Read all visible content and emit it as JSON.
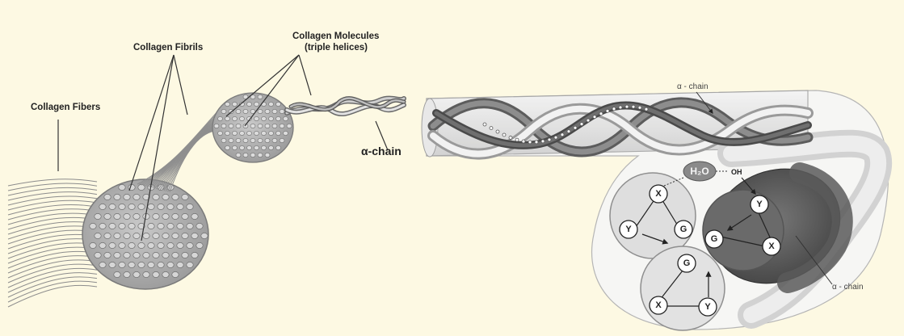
{
  "left_figure": {
    "labels": {
      "fibers": "Collagen Fibers",
      "fibrils": "Collagen Fibrils",
      "molecules_line1": "Collagen Molecules",
      "molecules_line2": "(triple helices)",
      "alpha_chain": "α-chain"
    }
  },
  "right_figure": {
    "labels": {
      "alpha_chain_top": "α - chain",
      "alpha_chain_bottom": "α - chain",
      "water": "H₂O",
      "hydroxyl": "OH"
    },
    "triads": [
      {
        "nodes": [
          "X",
          "Y",
          "G"
        ]
      },
      {
        "nodes": [
          "Y",
          "G",
          "X"
        ]
      },
      {
        "nodes": [
          "G",
          "X",
          "Y"
        ]
      }
    ]
  }
}
